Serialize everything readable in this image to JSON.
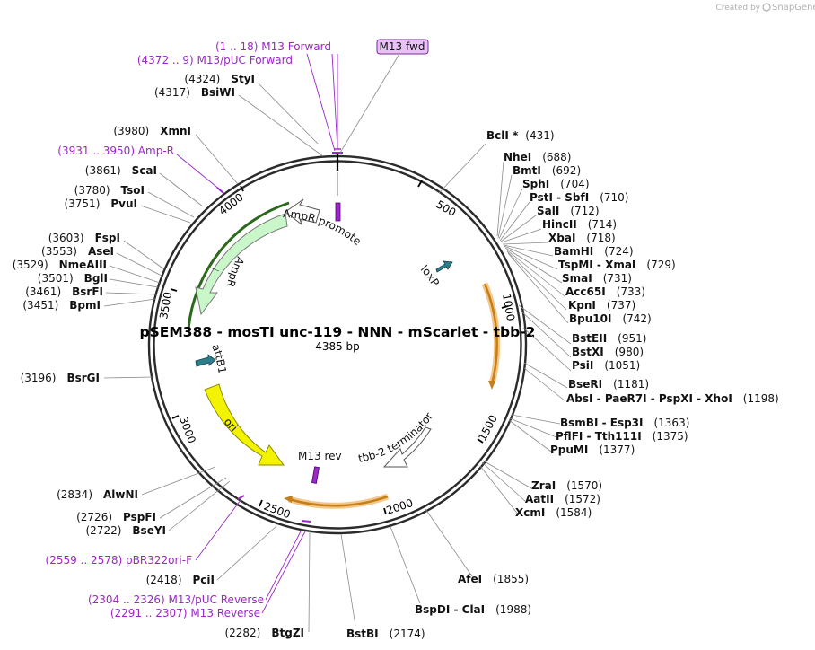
{
  "watermark": {
    "prefix": "Created by",
    "brand": "SnapGene"
  },
  "plasmid": {
    "name": "pSEM388 - mosTI unc-119 - NNN - mScarlet - tbb-2",
    "size_label": "4385 bp"
  },
  "primer_box": "M13 fwd",
  "ticks": [
    {
      "label": "500",
      "pos": 500
    },
    {
      "label": "1000",
      "pos": 1000
    },
    {
      "label": "1500",
      "pos": 1500
    },
    {
      "label": "2000",
      "pos": 2000
    },
    {
      "label": "2500",
      "pos": 2500
    },
    {
      "label": "3000",
      "pos": 3000
    },
    {
      "label": "3500",
      "pos": 3500
    },
    {
      "label": "4000",
      "pos": 4000
    }
  ],
  "features": {
    "ampr_promoter": "AmpR promoter",
    "ampr": "AmpR",
    "attb1": "attB1",
    "ori": "ori",
    "m13rev": "M13 rev",
    "tbb2": "tbb-2 terminator",
    "loxp": "loxP"
  },
  "sites": [
    {
      "id": "bcli",
      "name": "BclI *",
      "pos": "(431)"
    },
    {
      "id": "nhei",
      "name": "NheI",
      "pos": "(688)"
    },
    {
      "id": "bmti",
      "name": "BmtI",
      "pos": "(692)"
    },
    {
      "id": "sphi",
      "name": "SphI",
      "pos": "(704)"
    },
    {
      "id": "psti",
      "name": "PstI - SbfI",
      "pos": "(710)"
    },
    {
      "id": "sali",
      "name": "SalI",
      "pos": "(712)"
    },
    {
      "id": "hincii",
      "name": "HincII",
      "pos": "(714)"
    },
    {
      "id": "xbai",
      "name": "XbaI",
      "pos": "(718)"
    },
    {
      "id": "bamhi",
      "name": "BamHI",
      "pos": "(724)"
    },
    {
      "id": "tspmi",
      "name": "TspMI - XmaI",
      "pos": "(729)"
    },
    {
      "id": "smai",
      "name": "SmaI",
      "pos": "(731)"
    },
    {
      "id": "acc65i",
      "name": "Acc65I",
      "pos": "(733)"
    },
    {
      "id": "kpni",
      "name": "KpnI",
      "pos": "(737)"
    },
    {
      "id": "bpu10i",
      "name": "Bpu10I",
      "pos": "(742)"
    },
    {
      "id": "bsteii",
      "name": "BstEII",
      "pos": "(951)"
    },
    {
      "id": "bstxi",
      "name": "BstXI",
      "pos": "(980)"
    },
    {
      "id": "psii",
      "name": "PsiI",
      "pos": "(1051)"
    },
    {
      "id": "bseri",
      "name": "BseRI",
      "pos": "(1181)"
    },
    {
      "id": "absi",
      "name": "AbsI - PaeR7I - PspXI - XhoI",
      "pos": "(1198)"
    },
    {
      "id": "bsmbi",
      "name": "BsmBI - Esp3I",
      "pos": "(1363)"
    },
    {
      "id": "pflfi",
      "name": "PflFI - Tth111I",
      "pos": "(1375)"
    },
    {
      "id": "ppumi",
      "name": "PpuMI",
      "pos": "(1377)"
    },
    {
      "id": "zrai",
      "name": "ZraI",
      "pos": "(1570)"
    },
    {
      "id": "aatii",
      "name": "AatII",
      "pos": "(1572)"
    },
    {
      "id": "xcmi",
      "name": "XcmI",
      "pos": "(1584)"
    },
    {
      "id": "afei",
      "name": "AfeI",
      "pos": "(1855)"
    },
    {
      "id": "bspdi",
      "name": "BspDI - ClaI",
      "pos": "(1988)"
    },
    {
      "id": "bstbi",
      "name": "BstBI",
      "pos": "(2174)"
    },
    {
      "id": "btgzi",
      "name": "BtgZI",
      "pos": "(2282)"
    },
    {
      "id": "pcii",
      "name": "PciI",
      "pos": "(2418)"
    },
    {
      "id": "bseyi",
      "name": "BseYI",
      "pos": "(2722)"
    },
    {
      "id": "pspfi",
      "name": "PspFI",
      "pos": "(2726)"
    },
    {
      "id": "alwni",
      "name": "AlwNI",
      "pos": "(2834)"
    },
    {
      "id": "bsrgi",
      "name": "BsrGI",
      "pos": "(3196)"
    },
    {
      "id": "bpmi",
      "name": "BpmI",
      "pos": "(3451)"
    },
    {
      "id": "bsrfi",
      "name": "BsrFI",
      "pos": "(3461)"
    },
    {
      "id": "bgli",
      "name": "BglI",
      "pos": "(3501)"
    },
    {
      "id": "nmeaiii",
      "name": "NmeAIII",
      "pos": "(3529)"
    },
    {
      "id": "asei",
      "name": "AseI",
      "pos": "(3553)"
    },
    {
      "id": "fspi",
      "name": "FspI",
      "pos": "(3603)"
    },
    {
      "id": "pvui",
      "name": "PvuI",
      "pos": "(3751)"
    },
    {
      "id": "tsoi",
      "name": "TsoI",
      "pos": "(3780)"
    },
    {
      "id": "scai",
      "name": "ScaI",
      "pos": "(3861)"
    },
    {
      "id": "xmni",
      "name": "XmnI",
      "pos": "(3980)"
    },
    {
      "id": "bsiwi",
      "name": "BsiWI",
      "pos": "(4317)"
    },
    {
      "id": "styi",
      "name": "StyI",
      "pos": "(4324)"
    }
  ],
  "primers": [
    {
      "id": "m13fwd",
      "text": "(1 .. 18)  M13 Forward"
    },
    {
      "id": "m13puc",
      "text": "(4372 .. 9)  M13/pUC Forward"
    },
    {
      "id": "ampr",
      "text": "(3931 .. 3950)  Amp-R"
    },
    {
      "id": "pbr",
      "text": "(2559 .. 2578)  pBR322ori-F"
    },
    {
      "id": "m13pucrev",
      "text": "(2304 .. 2326)  M13/pUC Reverse"
    },
    {
      "id": "m13rev",
      "text": "(2291 .. 2307)  M13 Reverse"
    }
  ]
}
